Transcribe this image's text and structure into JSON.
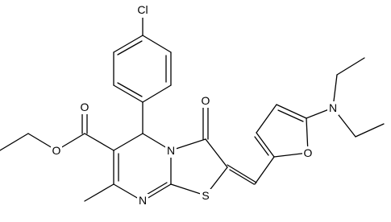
{
  "molecule": {
    "atoms": {
      "cl": "Cl",
      "o_ester_carbonyl": "O",
      "o_ester": "O",
      "o_ketone": "O",
      "n_ring": "N",
      "n_imine": "N",
      "s_ring": "S",
      "o_furan": "O",
      "n_amine": "N"
    }
  }
}
